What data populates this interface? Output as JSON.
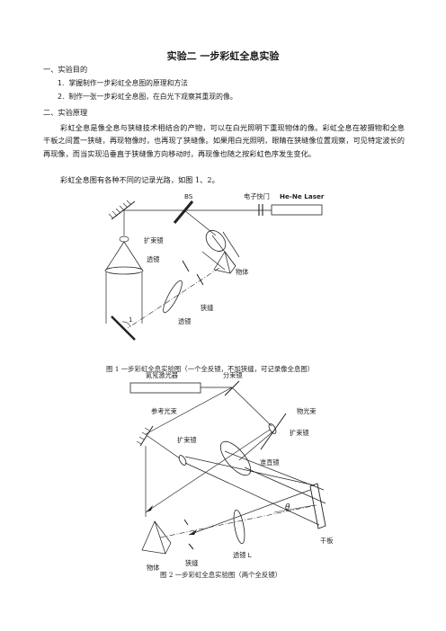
{
  "title": "实验二  一步彩虹全息实验",
  "section1": {
    "heading": "一、实验目的",
    "items": [
      {
        "num": "1.",
        "text": "掌握制作一步彩虹全息图的原理和方法"
      },
      {
        "num": "2.",
        "text": "制作一张一步彩虹全息图，在白光下观察其重现的像。"
      }
    ]
  },
  "section2": {
    "heading": "二、实验原理",
    "paragraph": "彩虹全息是像全息与狭缝技术相结合的产物，可以在白光照明下重现物体的像。彩虹全息在被摄物和全息干板之间置一狭缝，再现物像时，也再现了狭缝像。如果用白光照明，眼睛在狭缝像位置观察，可见特定波长的再现像，而当实现沿垂直于狭缝像方向移动时，再现像也随之按彩虹色序发生变化。",
    "intro": "彩虹全息图有各种不同的记录光路，如图 1、2。"
  },
  "figure1": {
    "labels": {
      "bs": "BS",
      "shutter": "电子快门",
      "laser": "He-Ne Laser",
      "expander": "扩束镜",
      "lens1": "透镜",
      "object": "物体",
      "slit": "狭缝",
      "lens2": "透镜",
      "plate_angle": "1"
    },
    "caption": "图 1    一步彩虹全息实验图（一个全反镜，不加狭缝，可记录像全息图）"
  },
  "figure2": {
    "labels": {
      "laser": "氦氖激光器",
      "splitter": "分束镜",
      "ref_beam": "参考光束",
      "obj_beam": "物光束",
      "expander_right": "扩束镜",
      "expander_left": "扩束镜",
      "collimator": "准直镜",
      "theta": "θ",
      "plate": "干板",
      "lens_l": "透镜 L",
      "slit": "狭缝",
      "object": "物体"
    },
    "caption": "图 2  一步彩虹全息实验图（两个全反镜）"
  }
}
